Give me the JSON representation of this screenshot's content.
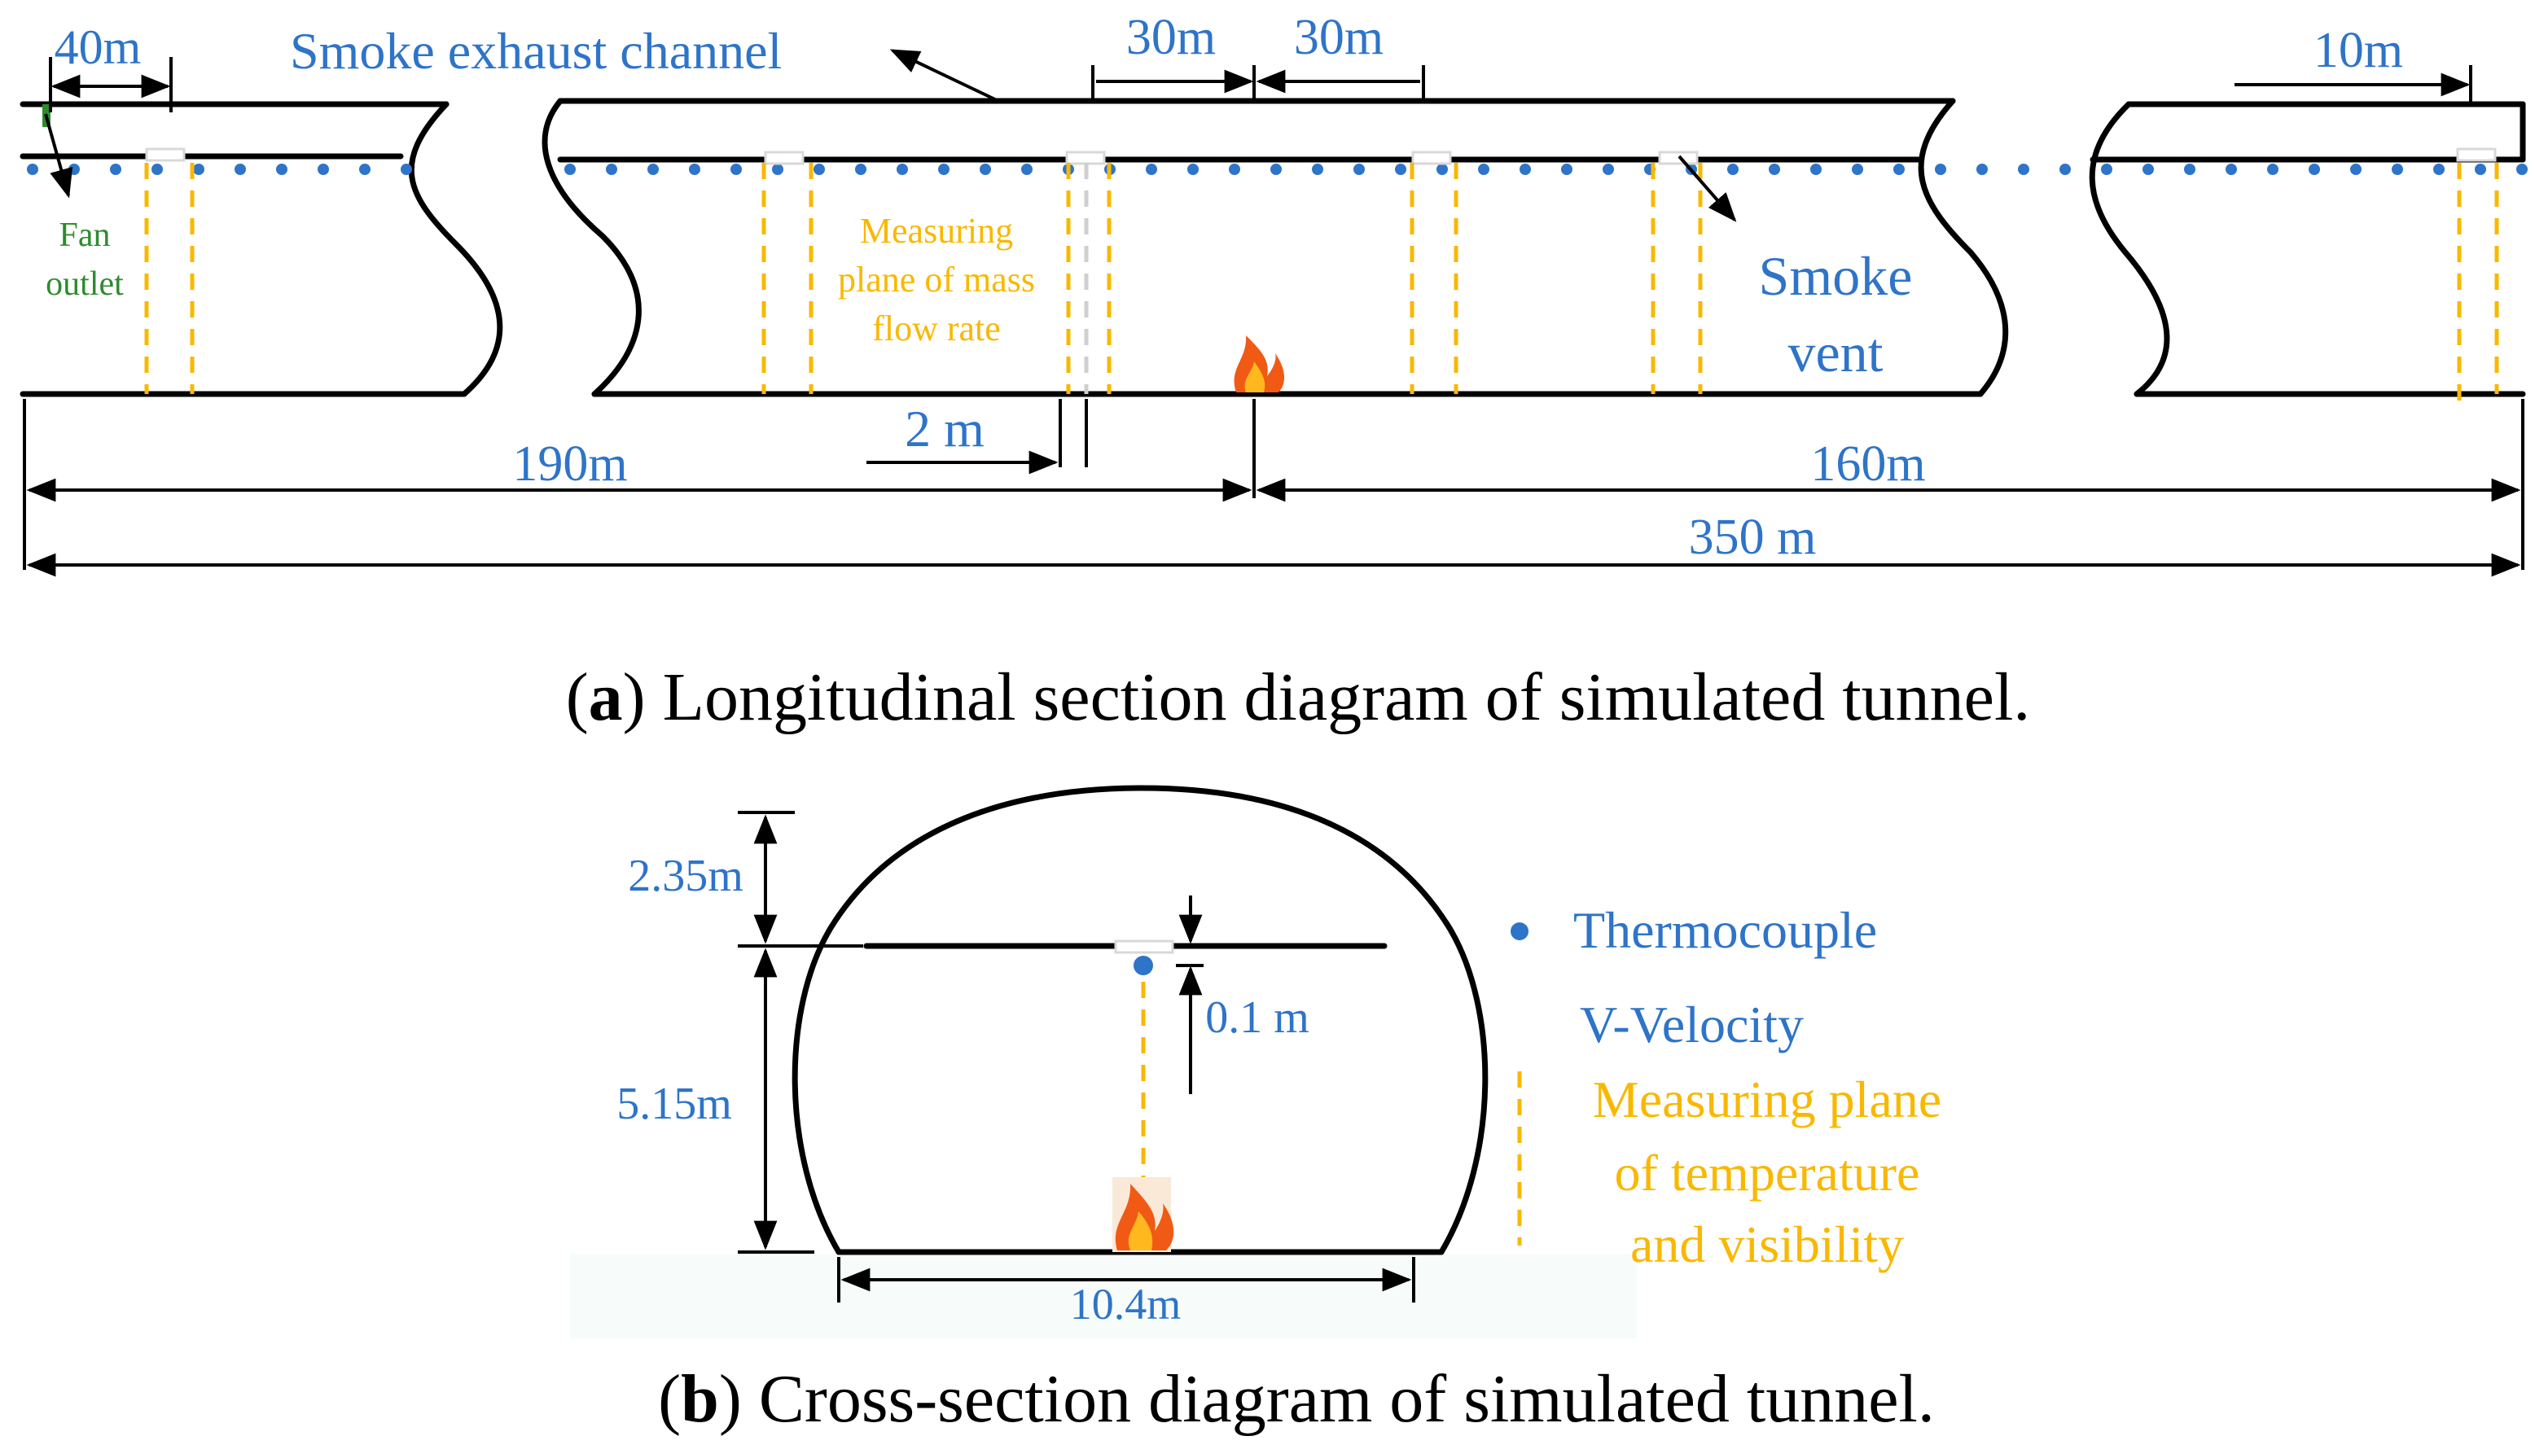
{
  "panel_a": {
    "labels": {
      "w40": "40m",
      "channel": "Smoke exhaust channel",
      "w30a": "30m",
      "w30b": "30m",
      "w10": "10m",
      "fan1": "Fan",
      "fan2": "outlet",
      "mp1": "Measuring",
      "mp2": "plane of mass",
      "mp3": "flow rate",
      "sv1": "Smoke",
      "sv2": "vent",
      "w2": "2 m",
      "w190": "190m",
      "w160": "160m",
      "w350": "350 m"
    },
    "caption_letter": "a",
    "caption_text": " Longitudinal section diagram of simulated tunnel."
  },
  "panel_b": {
    "labels": {
      "h235": "2.35m",
      "h515": "5.15m",
      "h01": "0.1 m",
      "w104": "10.4m"
    },
    "legend": {
      "thermocouple": "Thermocouple",
      "velocity": "V-Velocity",
      "plane1": "Measuring plane",
      "plane2": "of temperature",
      "plane3": "and visibility"
    },
    "caption_letter": "b",
    "caption_text": " Cross-section diagram of simulated tunnel."
  },
  "colors": {
    "blue": "#2E74C8",
    "orange": "#F9B800",
    "green": "#2E8B2E"
  }
}
